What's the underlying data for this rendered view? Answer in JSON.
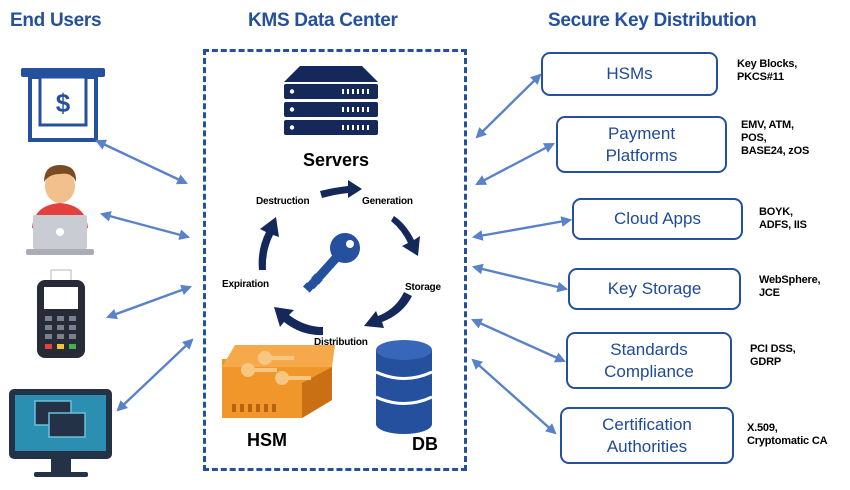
{
  "headings": {
    "end_users": "End Users",
    "kms": "KMS Data Center",
    "distribution": "Secure Key Distribution"
  },
  "datacenter": {
    "servers": "Servers",
    "hsm": "HSM",
    "db": "DB",
    "lifecycle": {
      "destruction": "Destruction",
      "generation": "Generation",
      "storage": "Storage",
      "distribution": "Distribution",
      "expiration": "Expiration"
    }
  },
  "end_users": [
    {
      "icon": "atm-icon"
    },
    {
      "icon": "user-laptop-icon"
    },
    {
      "icon": "pos-terminal-icon"
    },
    {
      "icon": "monitor-icon"
    }
  ],
  "destinations": [
    {
      "lines": [
        "HSMs"
      ],
      "notes": [
        "Key Blocks,",
        "PKCS#11"
      ]
    },
    {
      "lines": [
        "Payment",
        "Platforms"
      ],
      "notes": [
        "EMV, ATM,",
        "POS,",
        "BASE24, zOS"
      ]
    },
    {
      "lines": [
        "Cloud Apps"
      ],
      "notes": [
        "BOYK,",
        "ADFS, IIS"
      ]
    },
    {
      "lines": [
        "Key Storage"
      ],
      "notes": [
        "WebSphere,",
        "JCE"
      ]
    },
    {
      "lines": [
        "Standards",
        "Compliance"
      ],
      "notes": [
        "PCI DSS,",
        "GDRP"
      ]
    },
    {
      "lines": [
        "Certification",
        "Authorities"
      ],
      "notes": [
        "X.509,",
        "Cryptomatic CA"
      ]
    }
  ],
  "colors": {
    "primary": "#24509e",
    "dark_navy": "#14285a",
    "arrow": "#5a82c8",
    "hsm_orange": "#f0962a",
    "screen_teal": "#2a8fb0",
    "laptop_gray": "#c9ccd2",
    "person_red": "#e2413e"
  }
}
